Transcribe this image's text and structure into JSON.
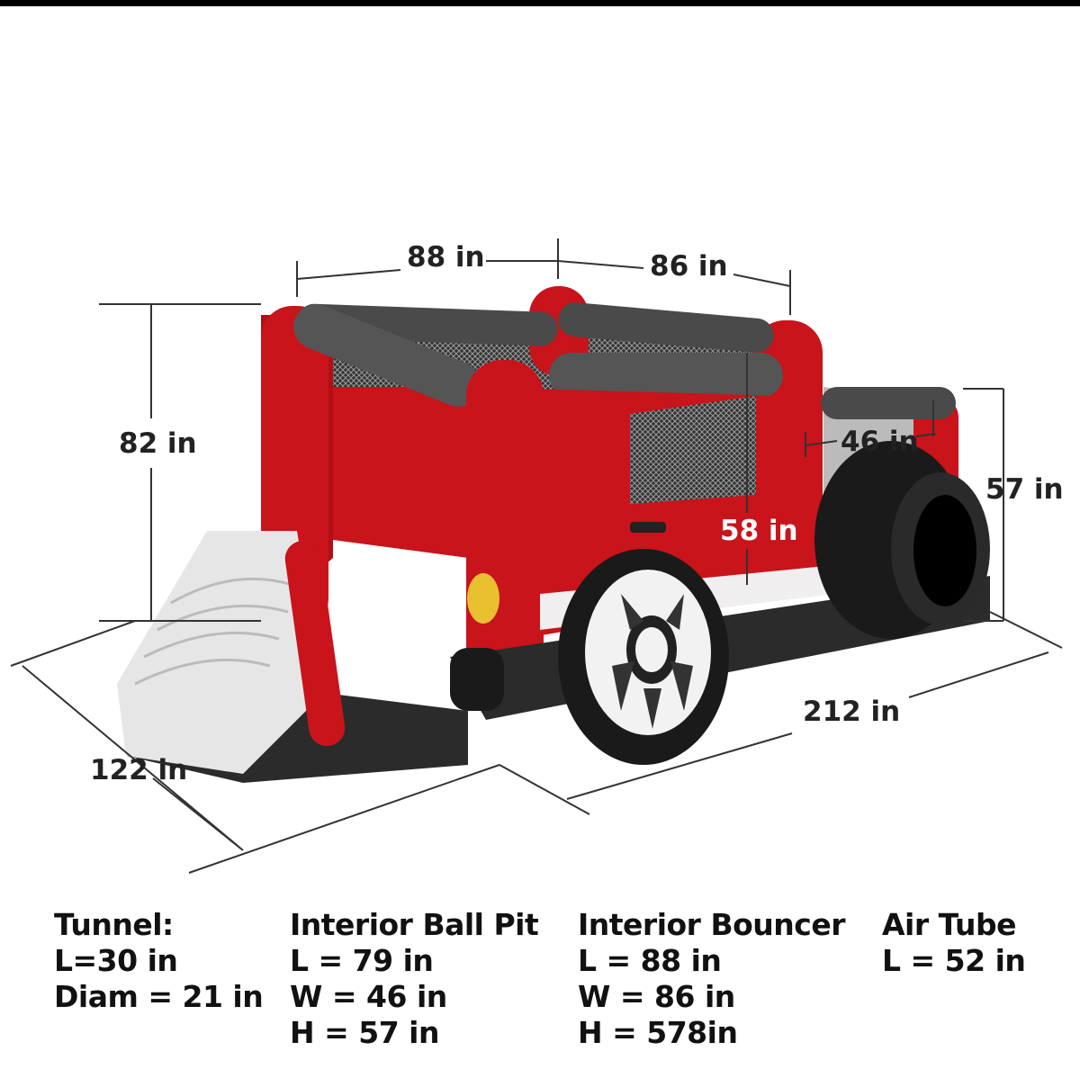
{
  "dimensions": {
    "top_length": "88 in",
    "top_width": "86 in",
    "overall_height": "82 in",
    "ball_pit_width": "46 in",
    "ball_pit_height_outer": "57 in",
    "bouncer_height": "58 in",
    "overall_length": "212 in",
    "overall_width": "122 in"
  },
  "specs": [
    {
      "title": "Tunnel:",
      "lines": [
        "L=30 in",
        "Diam = 21 in"
      ]
    },
    {
      "title": "Interior Ball Pit",
      "lines": [
        "L = 79 in",
        "W = 46 in",
        "H = 57 in"
      ]
    },
    {
      "title": "Interior Bouncer",
      "lines": [
        "L = 88 in",
        "W = 86 in",
        "H = 578in"
      ]
    },
    {
      "title": "Air Tube",
      "lines": [
        "L = 52 in"
      ]
    }
  ],
  "colors": {
    "red": "#c8141a",
    "dark": "#2b2b2b",
    "gray": "#4a4a4a",
    "slide": "#e8e8e8"
  }
}
